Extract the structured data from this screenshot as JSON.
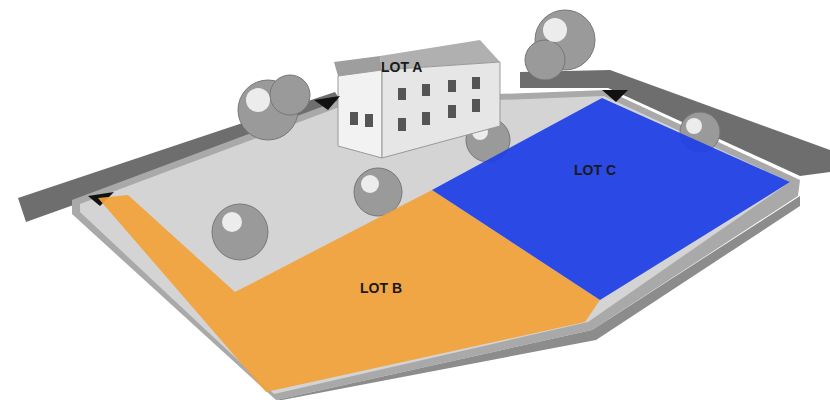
{
  "diagram": {
    "nodes": [
      {
        "text": [
          "LOT B"
        ]
      },
      {
        "text": [
          "LOT C"
        ]
      }
    ],
    "labels": [
      "LOT A"
    ]
  }
}
